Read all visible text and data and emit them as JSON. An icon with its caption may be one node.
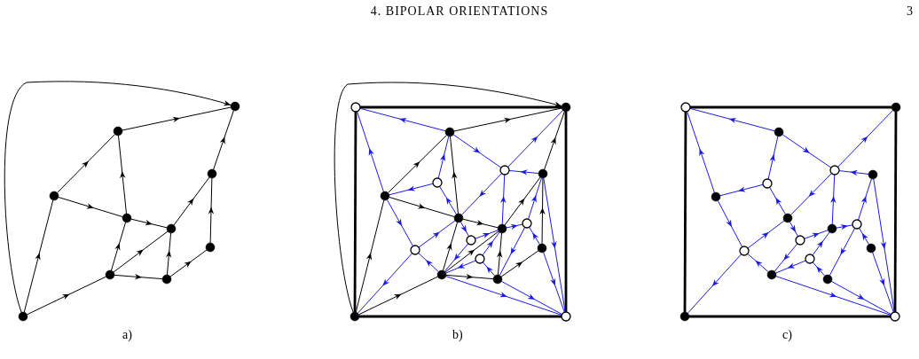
{
  "diagram": {
    "title": "4. BIPOLAR ORIENTATIONS",
    "nodes": [
      {
        "text": [],
        "shape": "circle"
      },
      {
        "text": [],
        "shape": "circle"
      },
      {
        "text": [],
        "shape": "circle"
      },
      {
        "text": [],
        "shape": "circle"
      },
      {
        "text": [],
        "shape": "circle"
      },
      {
        "text": [],
        "shape": "circle"
      },
      {
        "text": [],
        "shape": "circle"
      },
      {
        "text": [],
        "shape": "circle"
      },
      {
        "text": [],
        "shape": "circle"
      },
      {
        "text": [],
        "shape": "circle"
      },
      {
        "text": [],
        "shape": "circle"
      },
      {
        "text": [],
        "shape": "circle"
      },
      {
        "text": [],
        "shape": "circle"
      },
      {
        "text": [],
        "shape": "circle"
      },
      {
        "text": [],
        "shape": "circle"
      },
      {
        "text": [],
        "shape": "circle"
      },
      {
        "text": [],
        "shape": "circle"
      },
      {
        "text": [],
        "shape": "circle"
      },
      {
        "text": [],
        "shape": "circle"
      },
      {
        "text": [],
        "shape": "circle"
      },
      {
        "text": [],
        "shape": "circle"
      },
      {
        "text": [],
        "shape": "circle"
      },
      {
        "text": [],
        "shape": "circle"
      },
      {
        "text": [],
        "shape": "circle"
      },
      {
        "text": [],
        "shape": "circle"
      },
      {
        "text": [],
        "shape": "circle"
      },
      {
        "text": [],
        "shape": "circle"
      },
      {
        "text": [],
        "shape": "circle"
      },
      {
        "text": [],
        "shape": "circle"
      },
      {
        "text": [],
        "shape": "circle"
      },
      {
        "text": [],
        "shape": "circle"
      },
      {
        "text": [],
        "shape": "circle"
      },
      {
        "text": [],
        "shape": "circle"
      },
      {
        "text": [],
        "shape": "circle"
      },
      {
        "text": [],
        "shape": "circle"
      },
      {
        "text": [],
        "shape": "circle"
      },
      {
        "text": [],
        "shape": "circle"
      },
      {
        "text": [],
        "shape": "circle"
      },
      {
        "text": [],
        "shape": "circle"
      },
      {
        "text": [],
        "shape": "circle"
      },
      {
        "text": [],
        "shape": "circle"
      },
      {
        "text": [],
        "shape": "circle"
      },
      {
        "text": [],
        "shape": "circle"
      },
      {
        "text": [],
        "shape": "circle"
      },
      {
        "text": [],
        "shape": "circle"
      },
      {
        "text": [],
        "shape": "circle"
      }
    ],
    "edges": [
      {
        "from": 9,
        "to": 3,
        "arrow": "to",
        "color": "#000000"
      },
      {
        "from": 3,
        "to": 1,
        "arrow": "to",
        "color": "#000000"
      },
      {
        "from": 1,
        "to": 0,
        "arrow": "to",
        "color": "#000000"
      },
      {
        "from": 3,
        "to": 4,
        "arrow": "to",
        "color": "#000000"
      },
      {
        "from": 4,
        "to": 1,
        "arrow": "to",
        "color": "#000000"
      },
      {
        "from": 4,
        "to": 5,
        "arrow": "to",
        "color": "#000000"
      },
      {
        "from": 7,
        "to": 4,
        "arrow": "to",
        "color": "#000000"
      },
      {
        "from": 7,
        "to": 5,
        "arrow": "to",
        "color": "#000000"
      },
      {
        "from": 7,
        "to": 8,
        "arrow": "to",
        "color": "#000000"
      },
      {
        "from": 8,
        "to": 5,
        "arrow": "to",
        "color": "#000000"
      },
      {
        "from": 8,
        "to": 6,
        "arrow": "to",
        "color": "#000000"
      },
      {
        "from": 6,
        "to": 2,
        "arrow": "to",
        "color": "#000000"
      },
      {
        "from": 5,
        "to": 2,
        "arrow": "to",
        "color": "#000000"
      },
      {
        "from": 2,
        "to": 0,
        "arrow": "to",
        "color": "#000000"
      },
      {
        "from": 9,
        "to": 7,
        "arrow": "to",
        "color": "#000000"
      },
      {
        "from": 9,
        "to": 0,
        "arrow": "to",
        "color": "#000000"
      },
      {
        "from": 26,
        "to": 16,
        "arrow": "to",
        "color": "#000000"
      },
      {
        "from": 16,
        "to": 12,
        "arrow": "to",
        "color": "#000000"
      },
      {
        "from": 12,
        "to": 11,
        "arrow": "to",
        "color": "#000000"
      },
      {
        "from": 16,
        "to": 17,
        "arrow": "to",
        "color": "#000000"
      },
      {
        "from": 17,
        "to": 12,
        "arrow": "to",
        "color": "#000000"
      },
      {
        "from": 17,
        "to": 19,
        "arrow": "to",
        "color": "#000000"
      },
      {
        "from": 24,
        "to": 17,
        "arrow": "to",
        "color": "#000000"
      },
      {
        "from": 24,
        "to": 19,
        "arrow": "to",
        "color": "#000000"
      },
      {
        "from": 24,
        "to": 25,
        "arrow": "to",
        "color": "#000000"
      },
      {
        "from": 25,
        "to": 19,
        "arrow": "to",
        "color": "#000000"
      },
      {
        "from": 25,
        "to": 21,
        "arrow": "to",
        "color": "#000000"
      },
      {
        "from": 21,
        "to": 14,
        "arrow": "to",
        "color": "#000000"
      },
      {
        "from": 19,
        "to": 14,
        "arrow": "to",
        "color": "#000000"
      },
      {
        "from": 14,
        "to": 11,
        "arrow": "to",
        "color": "#000000"
      },
      {
        "from": 26,
        "to": 24,
        "arrow": "to",
        "color": "#000000"
      },
      {
        "from": 26,
        "to": 11,
        "arrow": "to",
        "color": "#000000"
      },
      {
        "from": 10,
        "to": 11,
        "arrow": "none",
        "style": "thick",
        "color": "#000000"
      },
      {
        "from": 11,
        "to": 27,
        "arrow": "none",
        "style": "thick",
        "color": "#000000"
      },
      {
        "from": 27,
        "to": 26,
        "arrow": "none",
        "style": "thick",
        "color": "#000000"
      },
      {
        "from": 26,
        "to": 10,
        "arrow": "none",
        "style": "thick",
        "color": "#000000"
      },
      {
        "from": 12,
        "to": 10,
        "arrow": "to"
      },
      {
        "from": 16,
        "to": 10,
        "arrow": "to"
      },
      {
        "from": 12,
        "to": 13,
        "arrow": "to"
      },
      {
        "from": 13,
        "to": 11,
        "arrow": "to"
      },
      {
        "from": 14,
        "to": 13,
        "arrow": "to"
      },
      {
        "from": 13,
        "to": 17,
        "arrow": "to"
      },
      {
        "from": 15,
        "to": 12,
        "arrow": "to"
      },
      {
        "from": 15,
        "to": 16,
        "arrow": "to"
      },
      {
        "from": 17,
        "to": 15,
        "arrow": "to"
      },
      {
        "from": 16,
        "to": 22,
        "arrow": "to"
      },
      {
        "from": 22,
        "to": 17,
        "arrow": "to"
      },
      {
        "from": 22,
        "to": 26,
        "arrow": "to"
      },
      {
        "from": 24,
        "to": 22,
        "arrow": "to"
      },
      {
        "from": 17,
        "to": 20,
        "arrow": "to"
      },
      {
        "from": 20,
        "to": 19,
        "arrow": "to"
      },
      {
        "from": 20,
        "to": 24,
        "arrow": "to"
      },
      {
        "from": 19,
        "to": 13,
        "arrow": "to"
      },
      {
        "from": 19,
        "to": 18,
        "arrow": "to"
      },
      {
        "from": 23,
        "to": 19,
        "arrow": "to"
      },
      {
        "from": 23,
        "to": 24,
        "arrow": "to"
      },
      {
        "from": 25,
        "to": 23,
        "arrow": "to"
      },
      {
        "from": 18,
        "to": 14,
        "arrow": "to"
      },
      {
        "from": 18,
        "to": 25,
        "arrow": "to"
      },
      {
        "from": 21,
        "to": 18,
        "arrow": "to"
      },
      {
        "from": 14,
        "to": 27,
        "arrow": "to"
      },
      {
        "from": 21,
        "to": 27,
        "arrow": "to"
      },
      {
        "from": 25,
        "to": 27,
        "arrow": "to"
      },
      {
        "from": 24,
        "to": 27,
        "arrow": "to"
      },
      {
        "from": 28,
        "to": 29,
        "arrow": "none",
        "style": "thick",
        "color": "#000000"
      },
      {
        "from": 29,
        "to": 45,
        "arrow": "none",
        "style": "thick",
        "color": "#000000"
      },
      {
        "from": 45,
        "to": 44,
        "arrow": "none",
        "style": "thick",
        "color": "#000000"
      },
      {
        "from": 44,
        "to": 28,
        "arrow": "none",
        "style": "thick",
        "color": "#000000"
      },
      {
        "from": 30,
        "to": 28,
        "arrow": "to"
      },
      {
        "from": 34,
        "to": 28,
        "arrow": "to"
      },
      {
        "from": 30,
        "to": 31,
        "arrow": "to"
      },
      {
        "from": 31,
        "to": 29,
        "arrow": "to"
      },
      {
        "from": 32,
        "to": 31,
        "arrow": "to"
      },
      {
        "from": 31,
        "to": 35,
        "arrow": "to"
      },
      {
        "from": 33,
        "to": 30,
        "arrow": "to"
      },
      {
        "from": 33,
        "to": 34,
        "arrow": "to"
      },
      {
        "from": 35,
        "to": 33,
        "arrow": "to"
      },
      {
        "from": 34,
        "to": 40,
        "arrow": "to"
      },
      {
        "from": 40,
        "to": 35,
        "arrow": "to"
      },
      {
        "from": 40,
        "to": 44,
        "arrow": "to"
      },
      {
        "from": 42,
        "to": 40,
        "arrow": "to"
      },
      {
        "from": 35,
        "to": 38,
        "arrow": "to"
      },
      {
        "from": 38,
        "to": 37,
        "arrow": "to"
      },
      {
        "from": 38,
        "to": 42,
        "arrow": "to"
      },
      {
        "from": 37,
        "to": 31,
        "arrow": "to"
      },
      {
        "from": 37,
        "to": 36,
        "arrow": "to"
      },
      {
        "from": 41,
        "to": 37,
        "arrow": "to"
      },
      {
        "from": 41,
        "to": 42,
        "arrow": "to"
      },
      {
        "from": 43,
        "to": 41,
        "arrow": "to"
      },
      {
        "from": 36,
        "to": 32,
        "arrow": "to"
      },
      {
        "from": 36,
        "to": 43,
        "arrow": "to"
      },
      {
        "from": 39,
        "to": 36,
        "arrow": "to"
      },
      {
        "from": 32,
        "to": 45,
        "arrow": "to"
      },
      {
        "from": 39,
        "to": 45,
        "arrow": "to"
      },
      {
        "from": 43,
        "to": 45,
        "arrow": "to"
      },
      {
        "from": 42,
        "to": 45,
        "arrow": "to"
      }
    ],
    "labels": [
      "3",
      "a)",
      "b)",
      "c)"
    ]
  }
}
